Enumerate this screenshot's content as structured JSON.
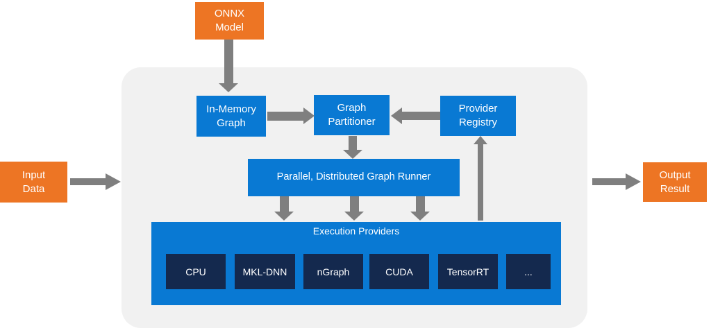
{
  "nodes": {
    "onnx_model": {
      "label": "ONNX\nModel"
    },
    "input_data": {
      "label": "Input\nData"
    },
    "output_result": {
      "label": "Output\nResult"
    },
    "in_memory_graph": {
      "label": "In-Memory\nGraph"
    },
    "graph_partitioner": {
      "label": "Graph\nPartitioner"
    },
    "provider_registry": {
      "label": "Provider\nRegistry"
    },
    "graph_runner": {
      "label": "Parallel, Distributed Graph Runner"
    },
    "execution_providers": {
      "label": "Execution Providers"
    }
  },
  "providers": [
    "CPU",
    "MKL-DNN",
    "nGraph",
    "CUDA",
    "TensorRT",
    "..."
  ],
  "colors": {
    "orange": "#ED7524",
    "blue": "#0979D3",
    "navy": "#14294E",
    "arrow_gray": "#7F7F7F",
    "container_gray": "#F1F1F1"
  }
}
